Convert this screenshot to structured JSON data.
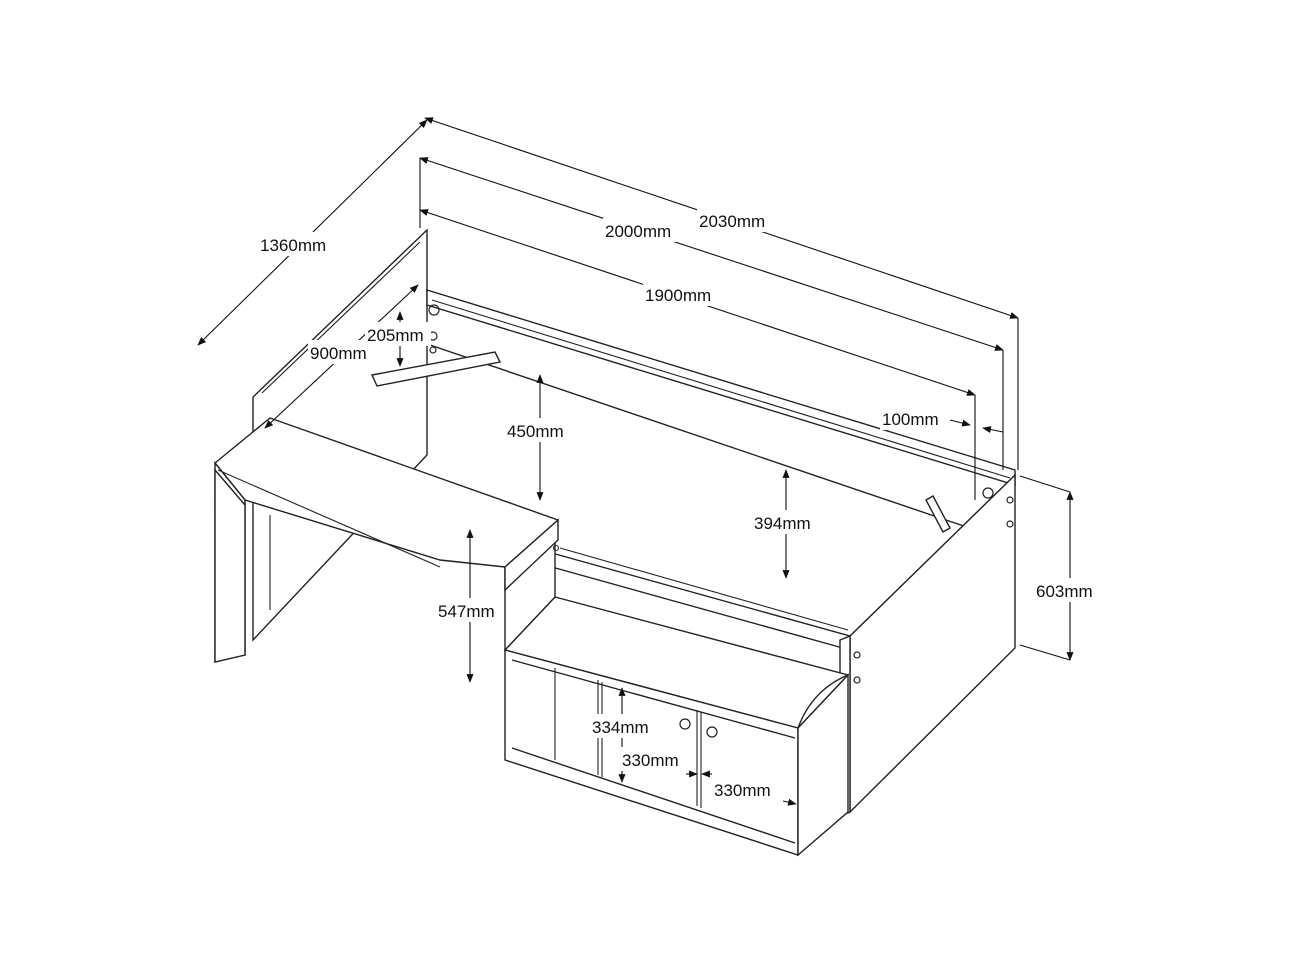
{
  "dimensions": {
    "length_overall": "2030mm",
    "length_bed": "2000mm",
    "length_mattress": "1900mm",
    "width_overall": "1360mm",
    "width_mattress": "900mm",
    "offset_slat": "205mm",
    "height_desk_clearance": "450mm",
    "height_underbed": "394mm",
    "height_desk": "547mm",
    "height_bed": "603mm",
    "end_gap": "100mm",
    "shelf_height": "334mm",
    "shelf_width_left": "330mm",
    "shelf_width_right": "330mm"
  },
  "colors": {
    "line": "#222222",
    "background": "#ffffff"
  }
}
